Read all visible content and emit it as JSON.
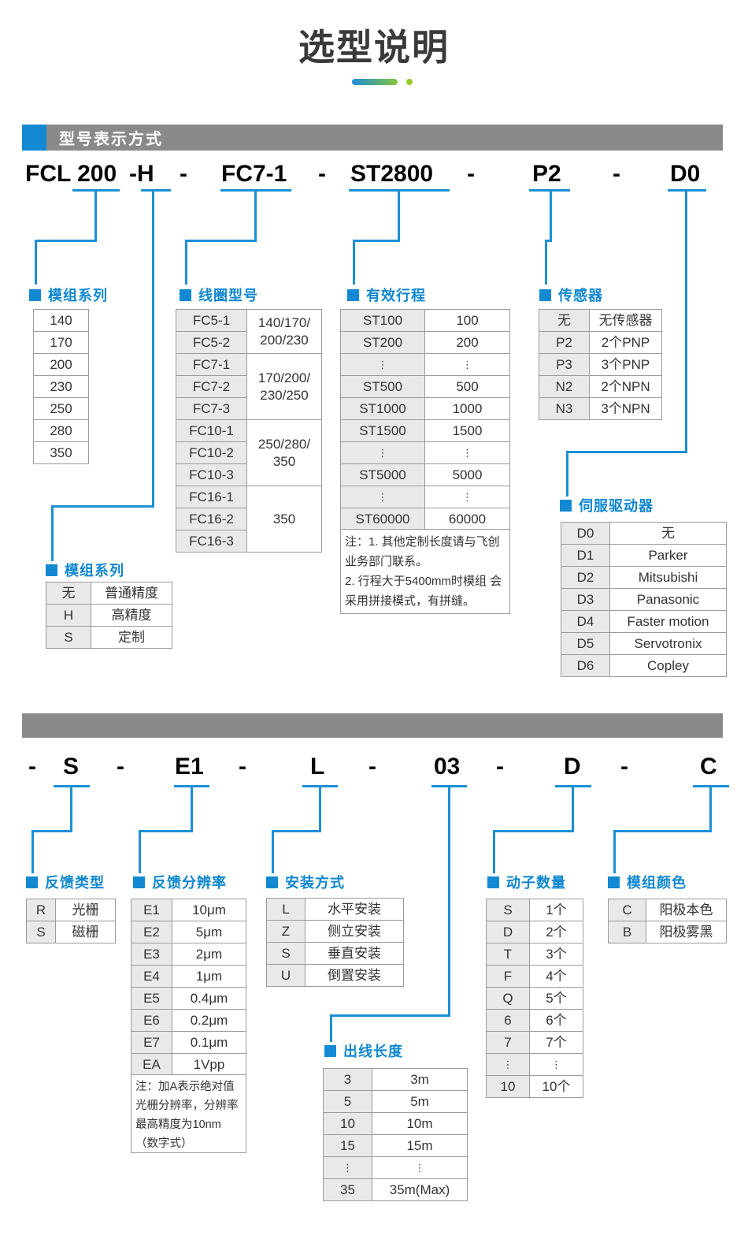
{
  "title": "选型说明",
  "section1": {
    "header": "型号表示方式",
    "model": {
      "p1": "FCL 200",
      "p2": "-H",
      "d1": "-",
      "p3": "FC7-1",
      "d2": "-",
      "p4": "ST2800",
      "d3": "-",
      "p5": "P2",
      "d4": "-",
      "p6": "D0"
    },
    "labels": {
      "series": "模组系列",
      "coil": "线圈型号",
      "stroke": "有效行程",
      "sensor": "传感器",
      "driver": "伺服驱动器",
      "precision": "模组系列"
    },
    "series_table": [
      "140",
      "170",
      "200",
      "230",
      "250",
      "280",
      "350"
    ],
    "coil_models": [
      "FC5-1",
      "FC5-2",
      "FC7-1",
      "FC7-2",
      "FC7-3",
      "FC10-1",
      "FC10-2",
      "FC10-3",
      "FC16-1",
      "FC16-2",
      "FC16-3"
    ],
    "coil_groups": [
      "140/170/\n200/230",
      "170/200/\n230/250",
      "250/280/\n350",
      "350"
    ],
    "stroke_table": [
      [
        "ST100",
        "100"
      ],
      [
        "ST200",
        "200"
      ],
      [
        "⋮",
        "⋮"
      ],
      [
        "ST500",
        "500"
      ],
      [
        "ST1000",
        "1000"
      ],
      [
        "ST1500",
        "1500"
      ],
      [
        "⋮",
        "⋮"
      ],
      [
        "ST5000",
        "5000"
      ],
      [
        "⋮",
        "⋮"
      ],
      [
        "ST60000",
        "60000"
      ]
    ],
    "stroke_note": "注：1. 其他定制长度请与飞创\n业务部门联系。\n2. 行程大于5400mm时模组 会\n采用拼接模式，有拼缝。",
    "sensor_table": [
      [
        "无",
        "无传感器"
      ],
      [
        "P2",
        "2个PNP"
      ],
      [
        "P3",
        "3个PNP"
      ],
      [
        "N2",
        "2个NPN"
      ],
      [
        "N3",
        "3个NPN"
      ]
    ],
    "driver_table": [
      [
        "D0",
        "无"
      ],
      [
        "D1",
        "Parker"
      ],
      [
        "D2",
        "Mitsubishi"
      ],
      [
        "D3",
        "Panasonic"
      ],
      [
        "D4",
        "Faster motion"
      ],
      [
        "D5",
        "Servotronix"
      ],
      [
        "D6",
        "Copley"
      ]
    ],
    "precision_table": [
      [
        "无",
        "普通精度"
      ],
      [
        "H",
        "高精度"
      ],
      [
        "S",
        "定制"
      ]
    ]
  },
  "section2": {
    "model": {
      "d0": "-",
      "p1": "S",
      "d1": "-",
      "p2": "E1",
      "d2": "-",
      "p3": "L",
      "d3": "-",
      "p4": "03",
      "d4": "-",
      "p5": "D",
      "d5": "-",
      "p6": "C"
    },
    "labels": {
      "feedback_type": "反馈类型",
      "feedback_res": "反馈分辨率",
      "mount": "安装方式",
      "cable": "出线长度",
      "movers": "动子数量",
      "color": "模组颜色"
    },
    "feedback_type_table": [
      [
        "R",
        "光栅"
      ],
      [
        "S",
        "磁栅"
      ]
    ],
    "feedback_res_table": [
      [
        "E1",
        "10μm"
      ],
      [
        "E2",
        "5μm"
      ],
      [
        "E3",
        "2μm"
      ],
      [
        "E4",
        "1μm"
      ],
      [
        "E5",
        "0.4μm"
      ],
      [
        "E6",
        "0.2μm"
      ],
      [
        "E7",
        "0.1μm"
      ],
      [
        "EA",
        "1Vpp"
      ]
    ],
    "feedback_res_note": "注：加A表示绝对值\n光栅分辨率，分辨率\n最高精度为10nm\n（数字式）",
    "mount_table": [
      [
        "L",
        "水平安装"
      ],
      [
        "Z",
        "侧立安装"
      ],
      [
        "S",
        "垂直安装"
      ],
      [
        "U",
        "倒置安装"
      ]
    ],
    "cable_table": [
      [
        "3",
        "3m"
      ],
      [
        "5",
        "5m"
      ],
      [
        "10",
        "10m"
      ],
      [
        "15",
        "15m"
      ],
      [
        "⋮",
        "⋮"
      ],
      [
        "35",
        "35m(Max)"
      ]
    ],
    "mover_table": [
      [
        "S",
        "1个"
      ],
      [
        "D",
        "2个"
      ],
      [
        "T",
        "3个"
      ],
      [
        "F",
        "4个"
      ],
      [
        "Q",
        "5个"
      ],
      [
        "6",
        "6个"
      ],
      [
        "7",
        "7个"
      ],
      [
        "⋮",
        "⋮"
      ],
      [
        "10",
        "10个"
      ]
    ],
    "color_table": [
      [
        "C",
        "阳极本色"
      ],
      [
        "B",
        "阳极雾黑"
      ]
    ]
  }
}
